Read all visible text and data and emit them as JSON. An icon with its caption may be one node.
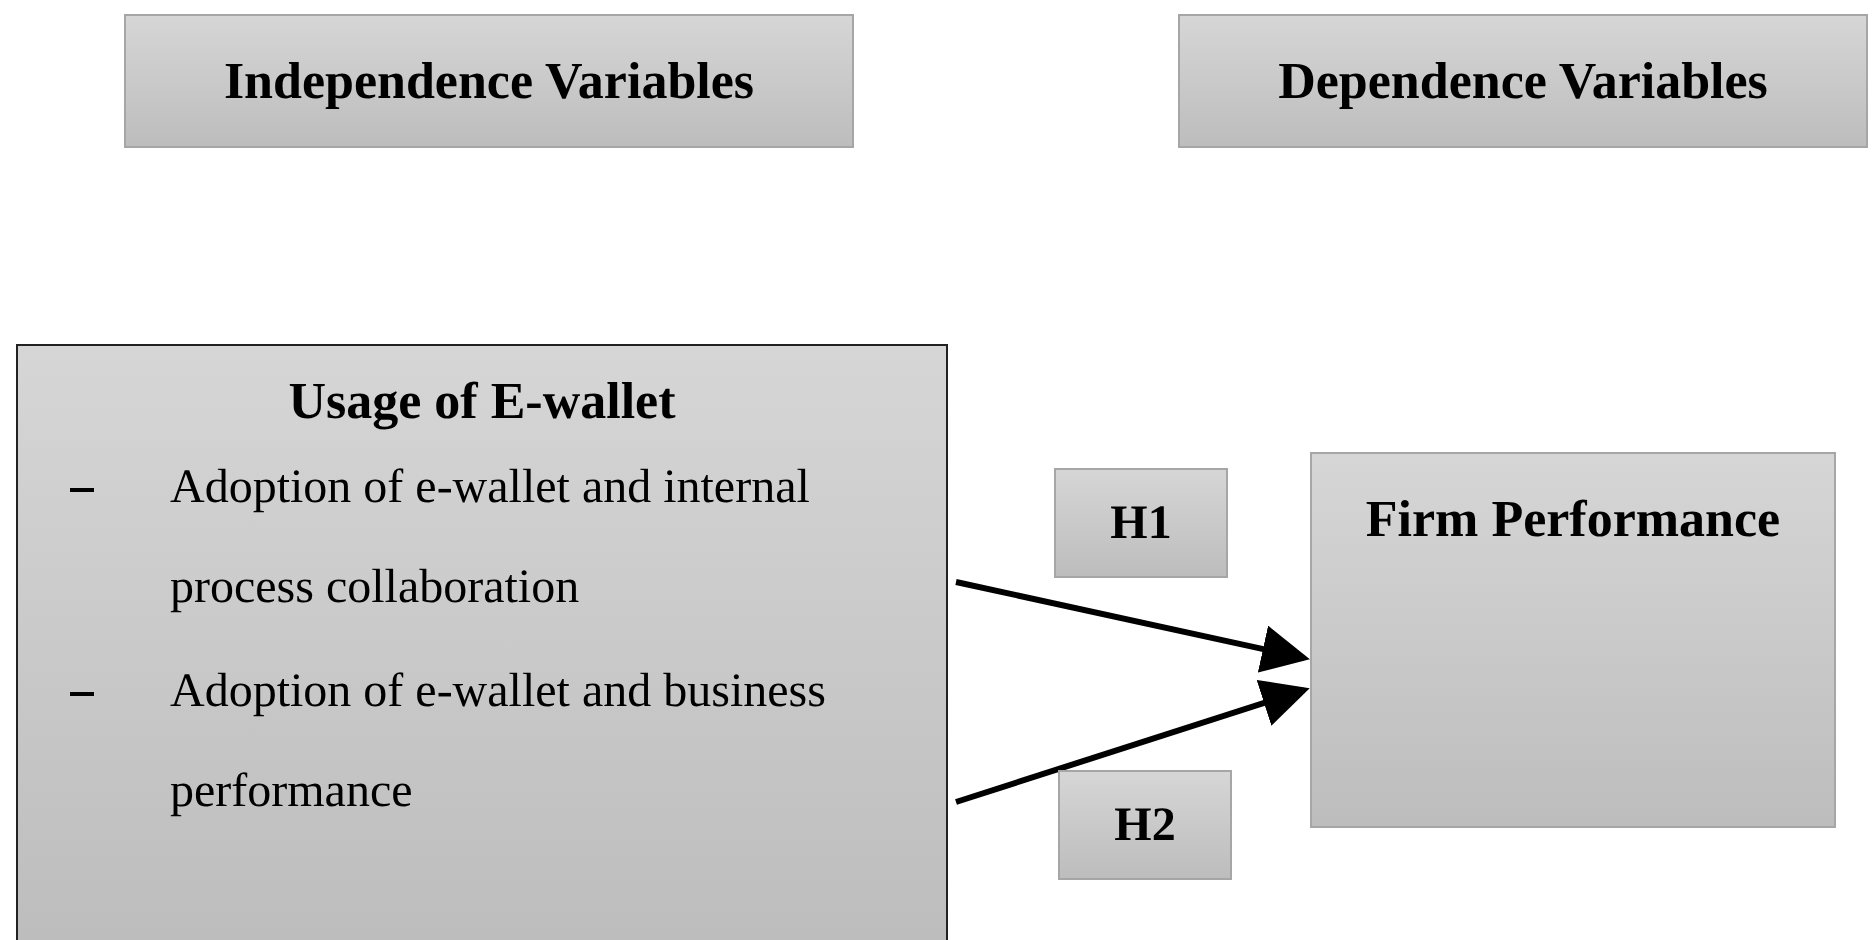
{
  "diagram": {
    "nodes": [
      {
        "text": [
          "Independence Variables"
        ]
      },
      {
        "text": [
          "Dependence Variables"
        ]
      },
      {
        "text": [
          "Usage of E-wallet",
          "Adoption of e-wallet and internal process collaboration",
          "Adoption of e-wallet and business performance"
        ]
      },
      {
        "text": [
          "H1"
        ]
      },
      {
        "text": [
          "Firm Performance"
        ]
      },
      {
        "text": [
          "H2"
        ]
      }
    ],
    "edges": [
      {
        "from": 2,
        "to": 4,
        "arrow": "to"
      },
      {
        "from": 2,
        "to": 4,
        "arrow": "to"
      }
    ]
  }
}
